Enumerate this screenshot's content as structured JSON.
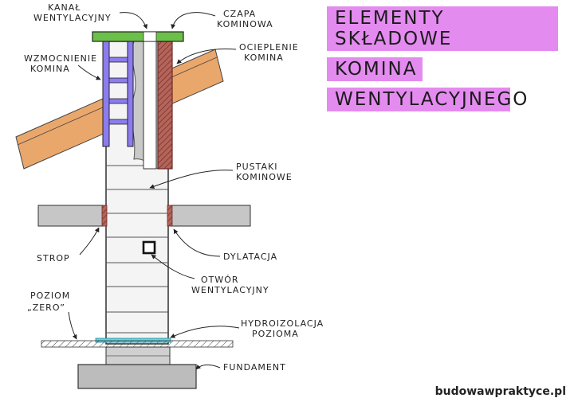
{
  "title": {
    "lines": [
      "ELEMENTY SKŁADOWE",
      "KOMINA",
      "WENTYLACYJNEGO"
    ]
  },
  "labels": {
    "kanal": [
      "KANAŁ",
      "WENTYLACYJNY"
    ],
    "czapa": [
      "CZAPA",
      "KOMINOWA"
    ],
    "ocieplenie": [
      "OCIEPLENIE",
      "KOMINA"
    ],
    "wzmocnienie": [
      "WZMOCNIENIE",
      "KOMINA"
    ],
    "pustaki": [
      "PUSTAKI",
      "KOMINOWE"
    ],
    "strop": "STROP",
    "dylatacja": "DYLATACJA",
    "otwor": [
      "OTWÓR",
      "WENTYLACYJNY"
    ],
    "poziom_zero": [
      "POZIOM",
      "„ZERO”"
    ],
    "hydroizolacja": [
      "HYDROIZOLACJA",
      "POZIOMA"
    ],
    "fundament": "FUNDAMENT"
  },
  "credit": "budowawpraktyce.pl",
  "colors": {
    "title_highlight": "#e48bf0",
    "roof": "#eaa76c",
    "cap": "#6cc04a",
    "reinforcement": "#8b7cf0",
    "insulation": "#b5645a",
    "slab": "#c6c6c6",
    "waterproofing": "#5ed6e3",
    "chimney_fill": "#f4f4f4"
  }
}
